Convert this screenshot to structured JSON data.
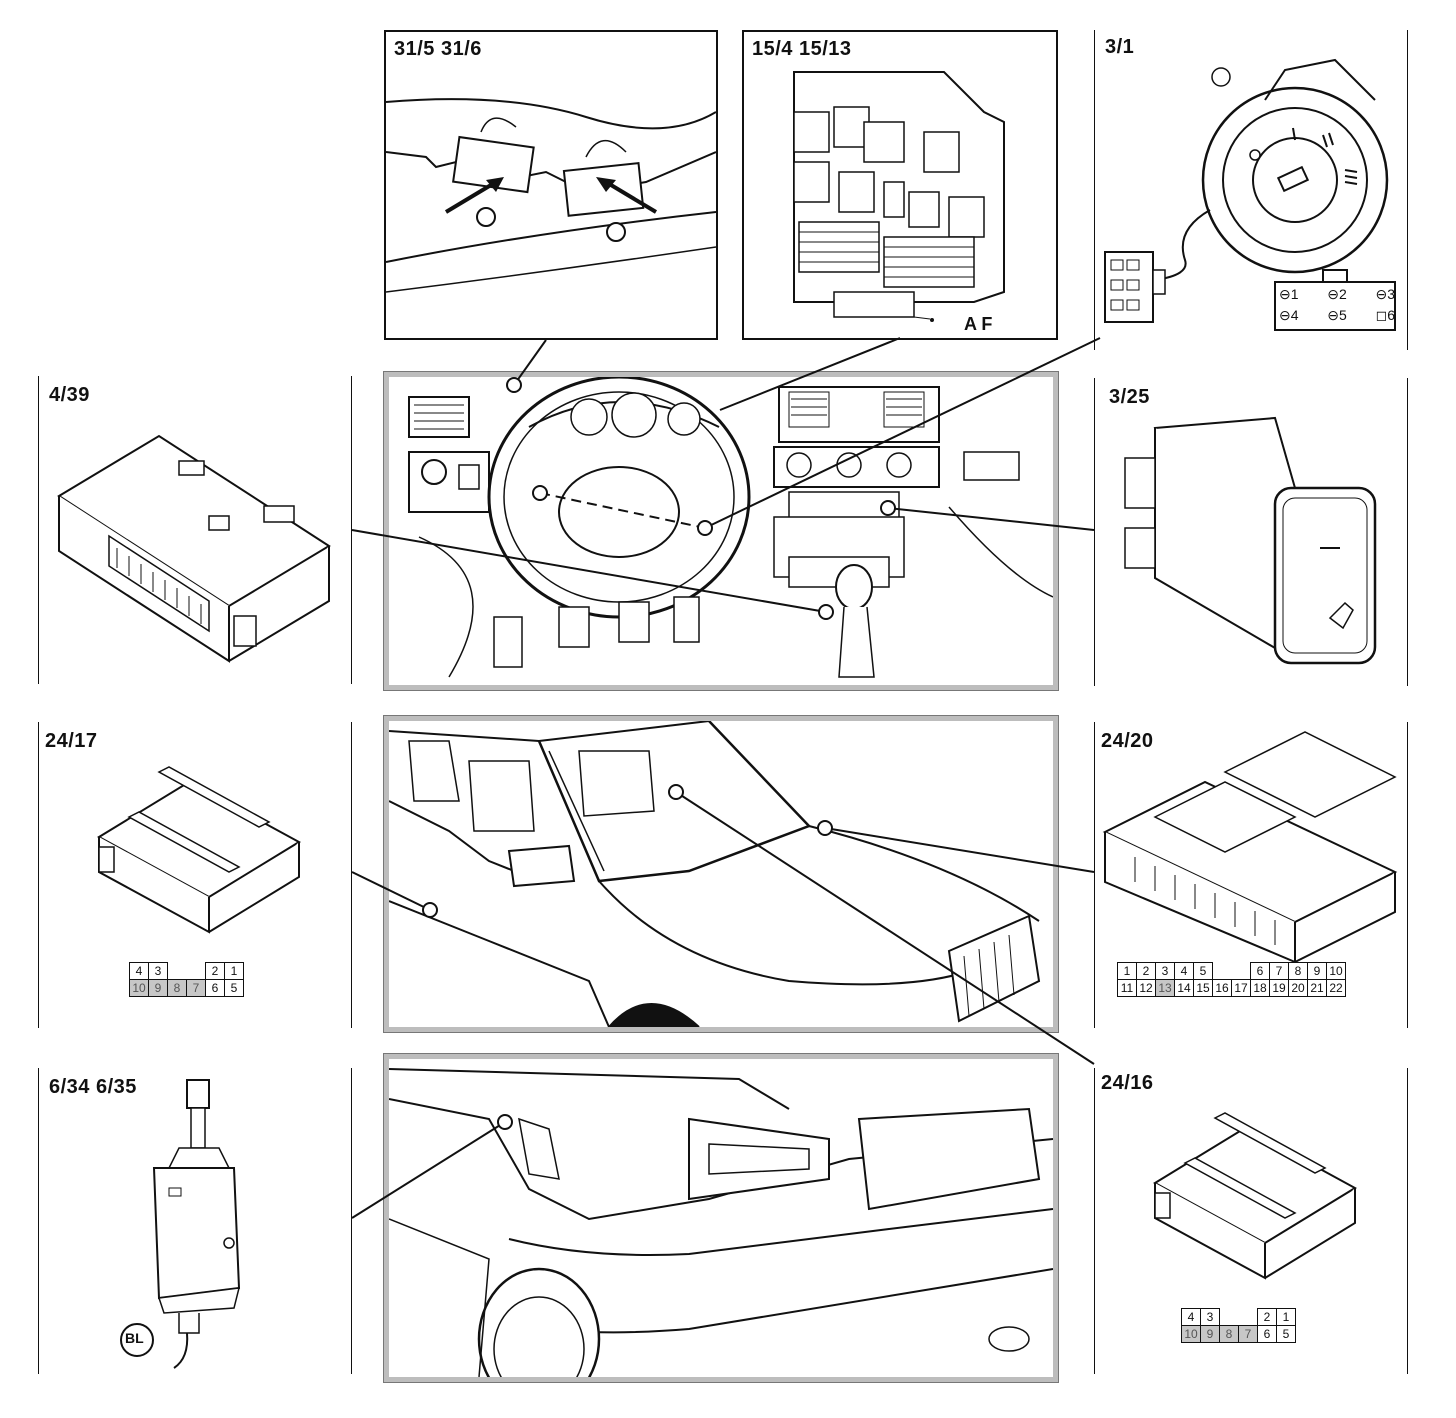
{
  "panels": {
    "p31": {
      "label": "31/5  31/6"
    },
    "p15": {
      "label": "15/4 15/13",
      "af_label": "A F"
    },
    "p3_1": {
      "label": "3/1",
      "key_pins": [
        "1",
        "2",
        "3",
        "4",
        "5",
        "6"
      ]
    },
    "p4_39": {
      "label": "4/39"
    },
    "p3_25": {
      "label": "3/25"
    },
    "p24_17": {
      "label": "24/17"
    },
    "p24_20": {
      "label": "24/20"
    },
    "p6_34": {
      "label": "6/34 6/35",
      "badge": "BL"
    },
    "p24_16": {
      "label": "24/16"
    }
  },
  "pin_tables": {
    "t24_17": {
      "rows": [
        [
          "4",
          "3",
          "",
          "",
          "2",
          "1"
        ],
        [
          "10",
          "9",
          "8",
          "7",
          "6",
          "5"
        ]
      ],
      "grey": [
        "10",
        "9",
        "8",
        "7"
      ]
    },
    "t24_20": {
      "rows": [
        [
          "1",
          "2",
          "3",
          "4",
          "5",
          "",
          "",
          "6",
          "7",
          "8",
          "9",
          "10"
        ],
        [
          "11",
          "12",
          "13",
          "14",
          "15",
          "16",
          "17",
          "18",
          "19",
          "20",
          "21",
          "22"
        ]
      ],
      "grey": [
        "13"
      ]
    },
    "t24_16": {
      "rows": [
        [
          "4",
          "3",
          "",
          "",
          "2",
          "1"
        ],
        [
          "10",
          "9",
          "8",
          "7",
          "6",
          "5"
        ]
      ],
      "grey": [
        "10",
        "9",
        "8",
        "7"
      ]
    }
  }
}
